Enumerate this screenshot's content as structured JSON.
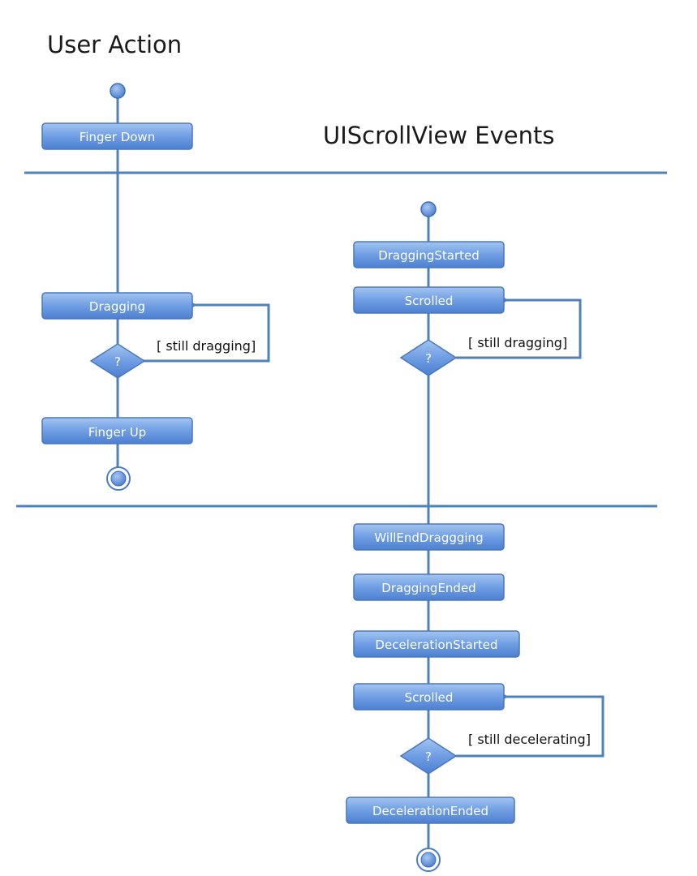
{
  "headings": {
    "user_action": "User Action",
    "scrollview_events": "UIScrollView Events"
  },
  "user_action": {
    "finger_down": "Finger Down",
    "dragging": "Dragging",
    "decision": "?",
    "guard": "[ still dragging]",
    "finger_up": "Finger Up"
  },
  "scroll_events": {
    "dragging_started": "DraggingStarted",
    "scrolled_1": "Scrolled",
    "decision_1": "?",
    "guard_1": "[ still dragging]",
    "will_end_dragging": "WillEndDraggging",
    "dragging_ended": "DraggingEnded",
    "deceleration_started": "DecelerationStarted",
    "scrolled_2": "Scrolled",
    "decision_2": "?",
    "guard_2": "[ still decelerating]",
    "deceleration_ended": "DecelerationEnded"
  },
  "colors": {
    "line": "#4f81bd",
    "box_top": "#a3c4ef",
    "box_bottom": "#4d7fd0"
  }
}
